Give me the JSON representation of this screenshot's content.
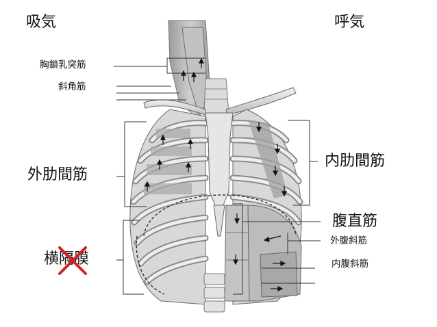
{
  "labels": {
    "inhale": "吸気",
    "exhale": "呼気",
    "scm": "胸鎖乳突筋",
    "scalene": "斜角筋",
    "ext_intercostal": "外肋間筋",
    "diaphragm": "横隔膜",
    "int_intercostal": "内肋間筋",
    "rectus_abdominis": "腹直筋",
    "ext_oblique": "外腹斜筋",
    "int_oblique": "内腹斜筋"
  },
  "colors": {
    "line": "#333333",
    "cross": "#d42020",
    "bone": "#e4e4e4",
    "muscle": "#b9b9b9"
  }
}
